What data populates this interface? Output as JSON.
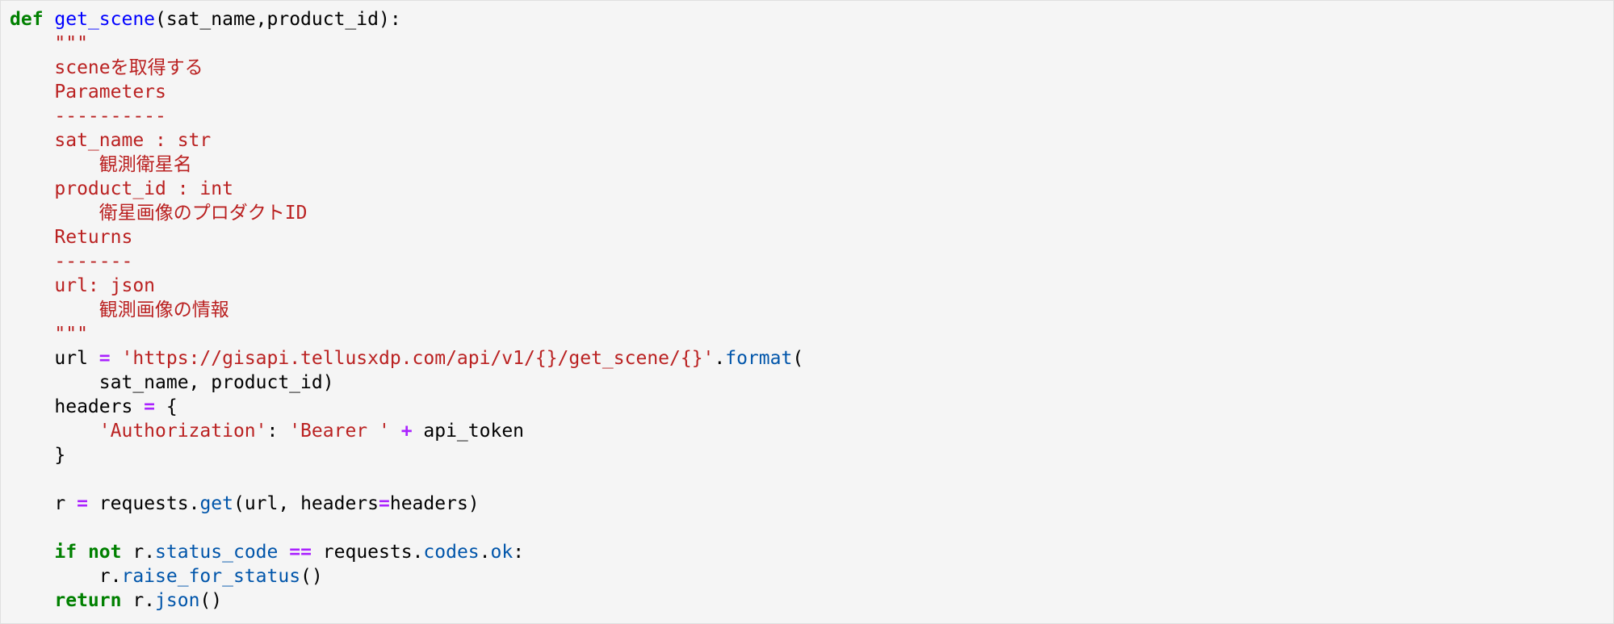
{
  "code_cell": {
    "language": "python",
    "colors": {
      "background": "#f5f5f5",
      "keyword": "#008000",
      "function_name": "#0000ff",
      "string": "#ba2121",
      "operator": "#aa22ff",
      "attribute": "#0055aa",
      "plain": "#000000"
    },
    "lines": [
      [
        {
          "t": "def",
          "c": "kw"
        },
        {
          "t": " ",
          "c": "pl"
        },
        {
          "t": "get_scene",
          "c": "fn"
        },
        {
          "t": "(sat_name,product_id):",
          "c": "pl"
        }
      ],
      [
        {
          "t": "    \"\"\"",
          "c": "doc"
        }
      ],
      [
        {
          "t": "    sceneを取得する",
          "c": "doc"
        }
      ],
      [
        {
          "t": "    Parameters",
          "c": "doc"
        }
      ],
      [
        {
          "t": "    ----------",
          "c": "doc"
        }
      ],
      [
        {
          "t": "    sat_name : str",
          "c": "doc"
        }
      ],
      [
        {
          "t": "        観測衛星名",
          "c": "doc"
        }
      ],
      [
        {
          "t": "    product_id : int",
          "c": "doc"
        }
      ],
      [
        {
          "t": "        衛星画像のプロダクトID",
          "c": "doc"
        }
      ],
      [
        {
          "t": "    Returns",
          "c": "doc"
        }
      ],
      [
        {
          "t": "    -------",
          "c": "doc"
        }
      ],
      [
        {
          "t": "    url: json",
          "c": "doc"
        }
      ],
      [
        {
          "t": "        観測画像の情報",
          "c": "doc"
        }
      ],
      [
        {
          "t": "    \"\"\"",
          "c": "doc"
        }
      ],
      [
        {
          "t": "    url ",
          "c": "pl"
        },
        {
          "t": "=",
          "c": "op"
        },
        {
          "t": " ",
          "c": "pl"
        },
        {
          "t": "'https://gisapi.tellusxdp.com/api/v1/{}/get_scene/{}'",
          "c": "str"
        },
        {
          "t": ".",
          "c": "pl"
        },
        {
          "t": "format",
          "c": "attr"
        },
        {
          "t": "(",
          "c": "pl"
        }
      ],
      [
        {
          "t": "        sat_name, product_id)",
          "c": "pl"
        }
      ],
      [
        {
          "t": "    headers ",
          "c": "pl"
        },
        {
          "t": "=",
          "c": "op"
        },
        {
          "t": " {",
          "c": "pl"
        }
      ],
      [
        {
          "t": "        ",
          "c": "pl"
        },
        {
          "t": "'Authorization'",
          "c": "str"
        },
        {
          "t": ": ",
          "c": "pl"
        },
        {
          "t": "'Bearer '",
          "c": "str"
        },
        {
          "t": " ",
          "c": "pl"
        },
        {
          "t": "+",
          "c": "op"
        },
        {
          "t": " api_token",
          "c": "pl"
        }
      ],
      [
        {
          "t": "    }",
          "c": "pl"
        }
      ],
      [
        {
          "t": "",
          "c": "pl"
        }
      ],
      [
        {
          "t": "    r ",
          "c": "pl"
        },
        {
          "t": "=",
          "c": "op"
        },
        {
          "t": " requests.",
          "c": "pl"
        },
        {
          "t": "get",
          "c": "attr"
        },
        {
          "t": "(url, headers",
          "c": "pl"
        },
        {
          "t": "=",
          "c": "op"
        },
        {
          "t": "headers)",
          "c": "pl"
        }
      ],
      [
        {
          "t": "",
          "c": "pl"
        }
      ],
      [
        {
          "t": "    ",
          "c": "pl"
        },
        {
          "t": "if",
          "c": "kw"
        },
        {
          "t": " ",
          "c": "pl"
        },
        {
          "t": "not",
          "c": "kw"
        },
        {
          "t": " r.",
          "c": "pl"
        },
        {
          "t": "status_code",
          "c": "attr"
        },
        {
          "t": " ",
          "c": "pl"
        },
        {
          "t": "==",
          "c": "op"
        },
        {
          "t": " requests.",
          "c": "pl"
        },
        {
          "t": "codes",
          "c": "attr"
        },
        {
          "t": ".",
          "c": "pl"
        },
        {
          "t": "ok",
          "c": "attr"
        },
        {
          "t": ":",
          "c": "pl"
        }
      ],
      [
        {
          "t": "        r.",
          "c": "pl"
        },
        {
          "t": "raise_for_status",
          "c": "attr"
        },
        {
          "t": "()",
          "c": "pl"
        }
      ],
      [
        {
          "t": "    ",
          "c": "pl"
        },
        {
          "t": "return",
          "c": "kw"
        },
        {
          "t": " r.",
          "c": "pl"
        },
        {
          "t": "json",
          "c": "attr"
        },
        {
          "t": "()",
          "c": "pl"
        }
      ]
    ]
  }
}
